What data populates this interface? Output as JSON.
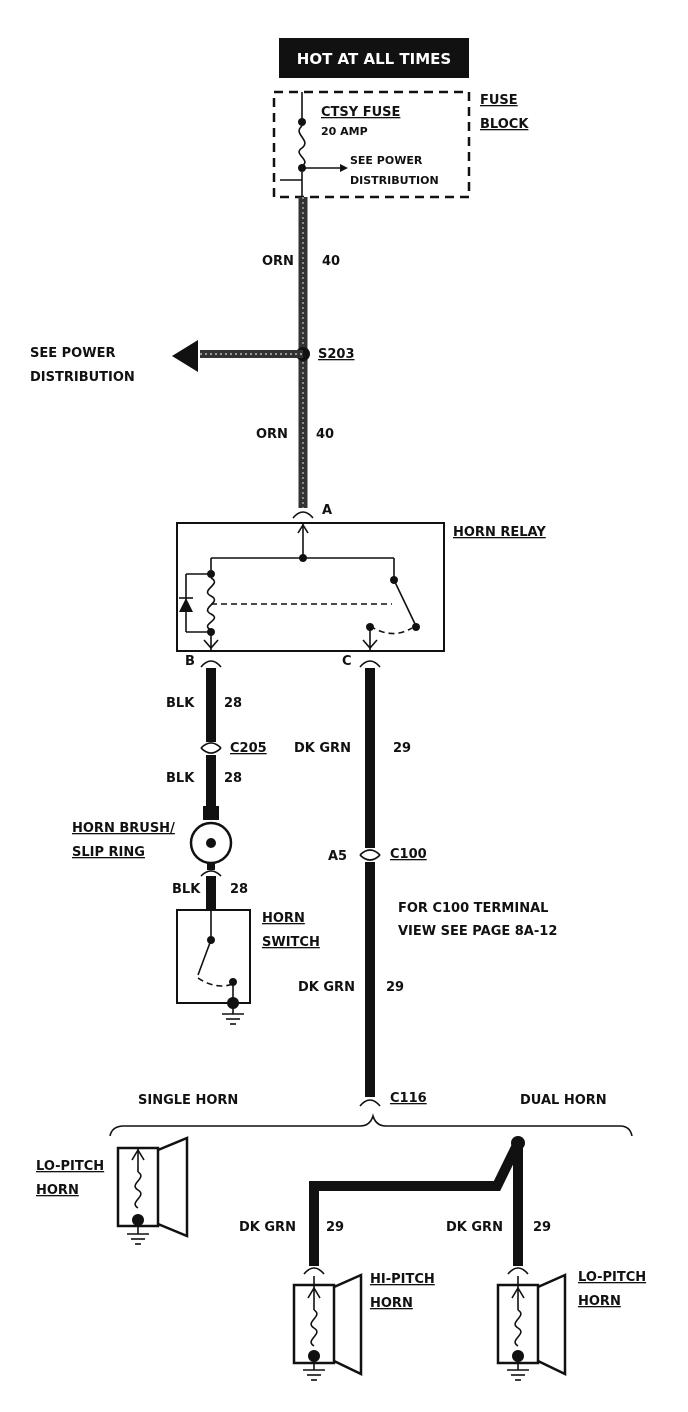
{
  "header": {
    "hot_label": "HOT AT ALL TIMES"
  },
  "fuse": {
    "name": "CTSY FUSE",
    "rating": "20 AMP",
    "note_line1": "SEE POWER",
    "note_line2": "DISTRIBUTION",
    "block_line1": "FUSE",
    "block_line2": "BLOCK"
  },
  "wire_upper": {
    "color": "ORN",
    "number": "40"
  },
  "splice": {
    "id": "S203",
    "note_line1": "SEE POWER",
    "note_line2": "DISTRIBUTION"
  },
  "wire_lower": {
    "color": "ORN",
    "number": "40"
  },
  "relay": {
    "title": "HORN RELAY",
    "terminal_a": "A",
    "terminal_b": "B",
    "terminal_c": "C"
  },
  "left_branch": {
    "wire1_color": "BLK",
    "wire1_number": "28",
    "connector": "C205",
    "wire2_color": "BLK",
    "wire2_number": "28",
    "brush_line1": "HORN BRUSH/",
    "brush_line2": "SLIP RING",
    "wire3_color": "BLK",
    "wire3_number": "28",
    "switch_line1": "HORN",
    "switch_line2": "SWITCH"
  },
  "right_branch": {
    "wire1_color": "DK GRN",
    "wire1_number": "29",
    "terminal": "A5",
    "connector": "C100",
    "note_line1": "FOR C100 TERMINAL",
    "note_line2": "VIEW SEE PAGE 8A-12",
    "wire2_color": "DK GRN",
    "wire2_number": "29",
    "connector2": "C116"
  },
  "options": {
    "single_label": "SINGLE HORN",
    "dual_label": "DUAL HORN"
  },
  "single_horn": {
    "line1": "LO-PITCH",
    "line2": "HORN"
  },
  "hi_horn": {
    "wire_color": "DK GRN",
    "wire_number": "29",
    "line1": "HI-PITCH",
    "line2": "HORN"
  },
  "lo_horn": {
    "wire_color": "DK GRN",
    "wire_number": "29",
    "line1": "LO-PITCH",
    "line2": "HORN"
  }
}
